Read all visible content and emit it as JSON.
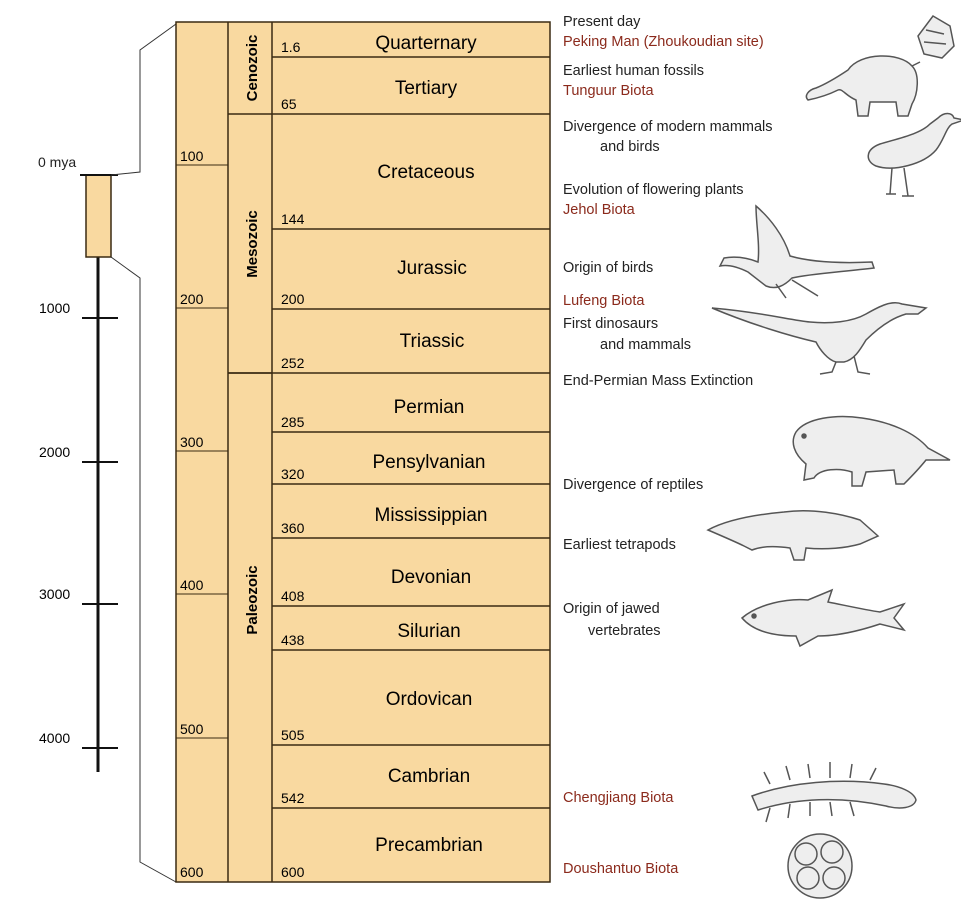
{
  "colors": {
    "fill": "#f9d9a0",
    "stroke": "#3a2a12",
    "label_red": "#8b2a1c",
    "ink": "#222222",
    "animal_fill": "#eeeeee",
    "animal_stroke": "#555555"
  },
  "left_scale": {
    "top_label": "0 mya",
    "ticks": [
      "1000",
      "2000",
      "3000",
      "4000"
    ]
  },
  "outer_ticks": [
    "100",
    "200",
    "300",
    "400",
    "500",
    "600"
  ],
  "eras": [
    {
      "name": "Cenozoic"
    },
    {
      "name": "Mesozoic"
    },
    {
      "name": "Paleozoic"
    }
  ],
  "periods": [
    {
      "name": "Quarternary",
      "boundary": "1.6"
    },
    {
      "name": "Tertiary",
      "boundary": "65"
    },
    {
      "name": "Cretaceous",
      "boundary": "144"
    },
    {
      "name": "Jurassic",
      "boundary": "200"
    },
    {
      "name": "Triassic",
      "boundary": "252"
    },
    {
      "name": "Permian",
      "boundary": "285"
    },
    {
      "name": "Pensylvanian",
      "boundary": "320"
    },
    {
      "name": "Mississippian",
      "boundary": "360"
    },
    {
      "name": "Devonian",
      "boundary": "408"
    },
    {
      "name": "Silurian",
      "boundary": "438"
    },
    {
      "name": "Ordovican",
      "boundary": "505"
    },
    {
      "name": "Cambrian",
      "boundary": "542"
    },
    {
      "name": "Precambrian",
      "boundary": "600"
    }
  ],
  "events": [
    {
      "text": "Present day",
      "red": false
    },
    {
      "text": "Peking Man (Zhoukoudian site)",
      "red": true
    },
    {
      "text": "Earliest human fossils",
      "red": false
    },
    {
      "text": "Tunguur Biota",
      "red": true
    },
    {
      "text": "Divergence of modern mammals",
      "red": false
    },
    {
      "text": "and birds",
      "red": false
    },
    {
      "text": "Evolution of flowering plants",
      "red": false
    },
    {
      "text": "Jehol Biota",
      "red": true
    },
    {
      "text": "Origin of birds",
      "red": false
    },
    {
      "text": "Lufeng Biota",
      "red": true
    },
    {
      "text": "First dinosaurs",
      "red": false
    },
    {
      "text": "and mammals",
      "red": false
    },
    {
      "text": "End-Permian Mass Extinction",
      "red": false
    },
    {
      "text": "Divergence of reptiles",
      "red": false
    },
    {
      "text": "Earliest tetrapods",
      "red": false
    },
    {
      "text": "Origin of jawed",
      "red": false
    },
    {
      "text": "vertebrates",
      "red": false
    },
    {
      "text": "Chengjiang Biota",
      "red": true
    },
    {
      "text": "Doushantuo Biota",
      "red": true
    }
  ],
  "illustrations": [
    "stone-tool-icon",
    "elephant-icon",
    "heron-icon",
    "feathered-dinosaur-icon",
    "dinosaur-icon",
    "reptile-icon",
    "tetrapod-icon",
    "fish-icon",
    "worm-fossil-icon",
    "embryo-fossil-icon"
  ]
}
